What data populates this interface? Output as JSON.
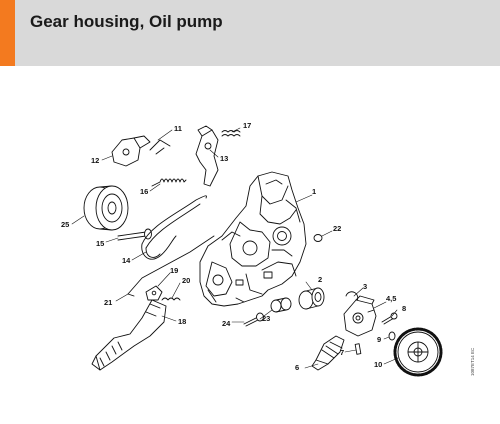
{
  "header": {
    "title": "Gear housing, Oil pump",
    "accent_color": "#f37a1f",
    "band_color": "#d9d9d9"
  },
  "diagram": {
    "callouts": [
      "1",
      "2",
      "3",
      "4,5",
      "6",
      "7",
      "8",
      "9",
      "10",
      "11",
      "12",
      "13",
      "14",
      "15",
      "16",
      "17",
      "18",
      "19",
      "20",
      "21",
      "22",
      "23",
      "24",
      "25"
    ],
    "doc_code": "1087ET14 EC"
  }
}
